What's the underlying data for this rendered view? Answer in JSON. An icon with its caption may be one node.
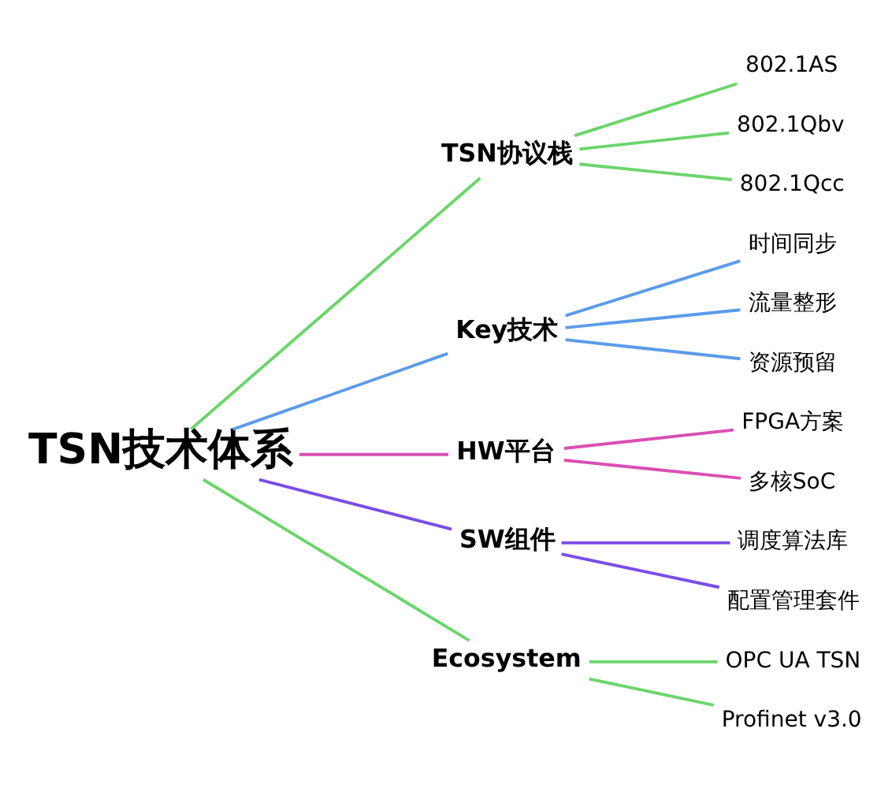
{
  "diagram": {
    "nodes": [
      {
        "text": [
          "TSN技术体系"
        ]
      },
      {
        "text": [
          "TSN协议栈"
        ]
      },
      {
        "text": [
          "802.1AS"
        ]
      },
      {
        "text": [
          "802.1Qbv"
        ]
      },
      {
        "text": [
          "802.1Qcc"
        ]
      },
      {
        "text": [
          "Key技术"
        ]
      },
      {
        "text": [
          "时间同步"
        ]
      },
      {
        "text": [
          "流量整形"
        ]
      },
      {
        "text": [
          "资源预留"
        ]
      },
      {
        "text": [
          "HW平台"
        ]
      },
      {
        "text": [
          "FPGA方案"
        ]
      },
      {
        "text": [
          "多核SoC"
        ]
      },
      {
        "text": [
          "SW组件"
        ]
      },
      {
        "text": [
          "调度算法库"
        ]
      },
      {
        "text": [
          "配置管理套件"
        ]
      },
      {
        "text": [
          "Ecosystem"
        ]
      },
      {
        "text": [
          "OPC UA TSN"
        ]
      },
      {
        "text": [
          "Profinet v3.0"
        ]
      }
    ],
    "edges": [
      {
        "from": 0,
        "to": 1,
        "arrow": "none"
      },
      {
        "from": 1,
        "to": 2,
        "arrow": "none"
      },
      {
        "from": 1,
        "to": 3,
        "arrow": "none"
      },
      {
        "from": 1,
        "to": 4,
        "arrow": "none"
      },
      {
        "from": 0,
        "to": 5,
        "arrow": "none",
        "color": "#5b9bea"
      },
      {
        "from": 5,
        "to": 6,
        "arrow": "none",
        "color": "#5b9bea"
      },
      {
        "from": 5,
        "to": 7,
        "arrow": "none",
        "color": "#5b9bea"
      },
      {
        "from": 5,
        "to": 8,
        "arrow": "none",
        "color": "#5b9bea"
      },
      {
        "from": 0,
        "to": 9,
        "arrow": "none",
        "color": "#d94fb3"
      },
      {
        "from": 9,
        "to": 10,
        "arrow": "none",
        "color": "#d94fb3"
      },
      {
        "from": 9,
        "to": 11,
        "arrow": "none",
        "color": "#d94fb3"
      },
      {
        "from": 0,
        "to": 12,
        "arrow": "none",
        "color": "#7a4de8"
      },
      {
        "from": 12,
        "to": 13,
        "arrow": "none",
        "color": "#7a4de8"
      },
      {
        "from": 12,
        "to": 14,
        "arrow": "none",
        "color": "#7a4de8"
      },
      {
        "from": 0,
        "to": 15,
        "arrow": "none"
      },
      {
        "from": 15,
        "to": 16,
        "arrow": "none"
      },
      {
        "from": 15,
        "to": 17,
        "arrow": "none"
      }
    ]
  }
}
